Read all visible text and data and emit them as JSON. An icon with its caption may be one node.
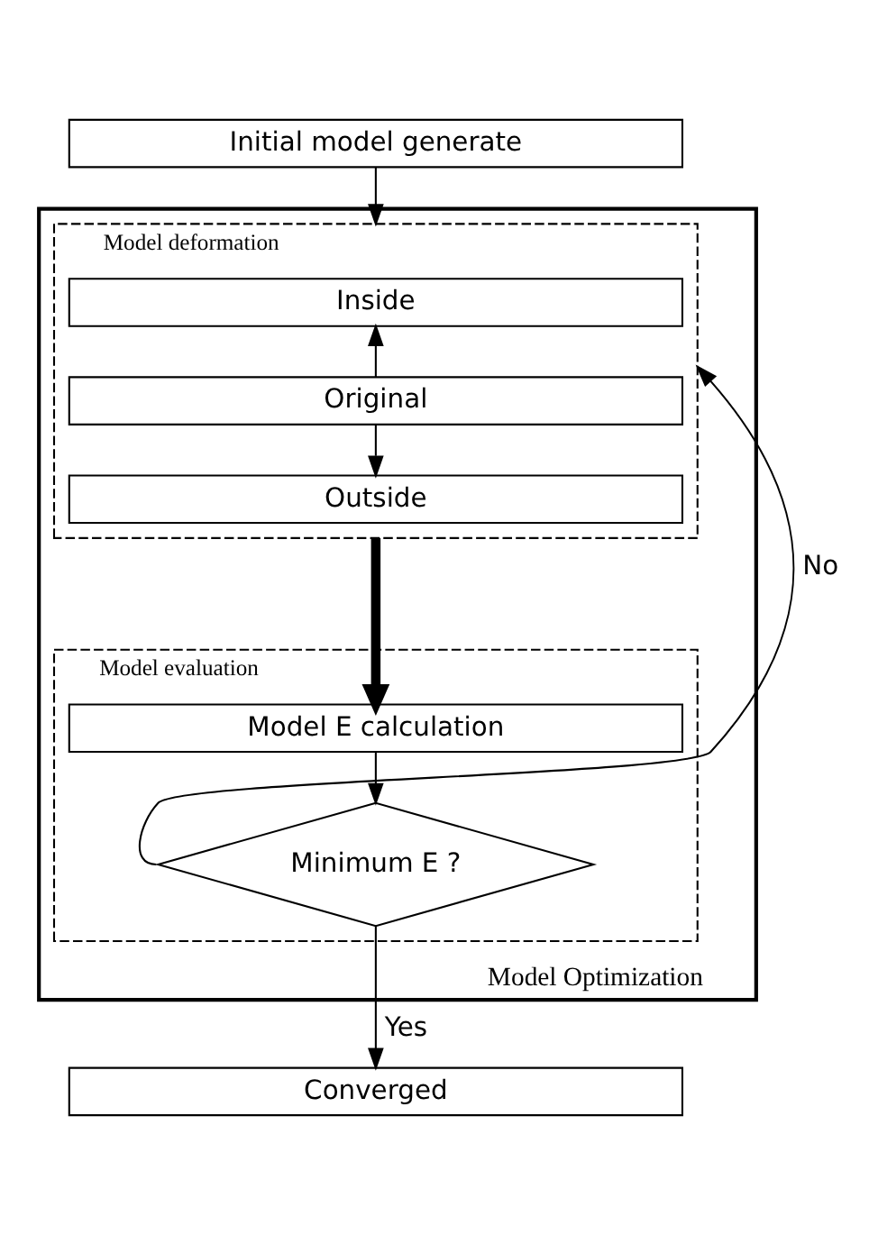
{
  "diagram": {
    "nodes": [
      {
        "text": [
          "Initial model generate"
        ]
      },
      {
        "text": [
          "Model Optimization"
        ]
      },
      {
        "text": [
          "Model deformation"
        ],
        "in": 1
      },
      {
        "text": [
          "Inside"
        ],
        "in": 2
      },
      {
        "text": [
          "Original"
        ],
        "in": 2
      },
      {
        "text": [
          "Outside"
        ],
        "in": 2
      },
      {
        "text": [
          "Model evaluation"
        ],
        "in": 1
      },
      {
        "text": [
          "Model E calculation"
        ],
        "in": 6
      },
      {
        "text": [
          "Minimum E ?"
        ],
        "in": 6
      },
      {
        "text": [
          "Converged"
        ]
      }
    ],
    "edges": [
      {
        "from": 0,
        "to": 2,
        "arrow": "to"
      },
      {
        "from": 4,
        "to": 3,
        "arrow": "to"
      },
      {
        "from": 4,
        "to": 5,
        "arrow": "to"
      },
      {
        "from": 2,
        "to": 7,
        "arrow": "to",
        "style": "thick"
      },
      {
        "from": 7,
        "to": 8,
        "arrow": "to"
      },
      {
        "from": 8,
        "to": 2,
        "arrow": "to",
        "label": "No"
      },
      {
        "from": 8,
        "to": 9,
        "arrow": "to",
        "label": "Yes"
      }
    ]
  }
}
